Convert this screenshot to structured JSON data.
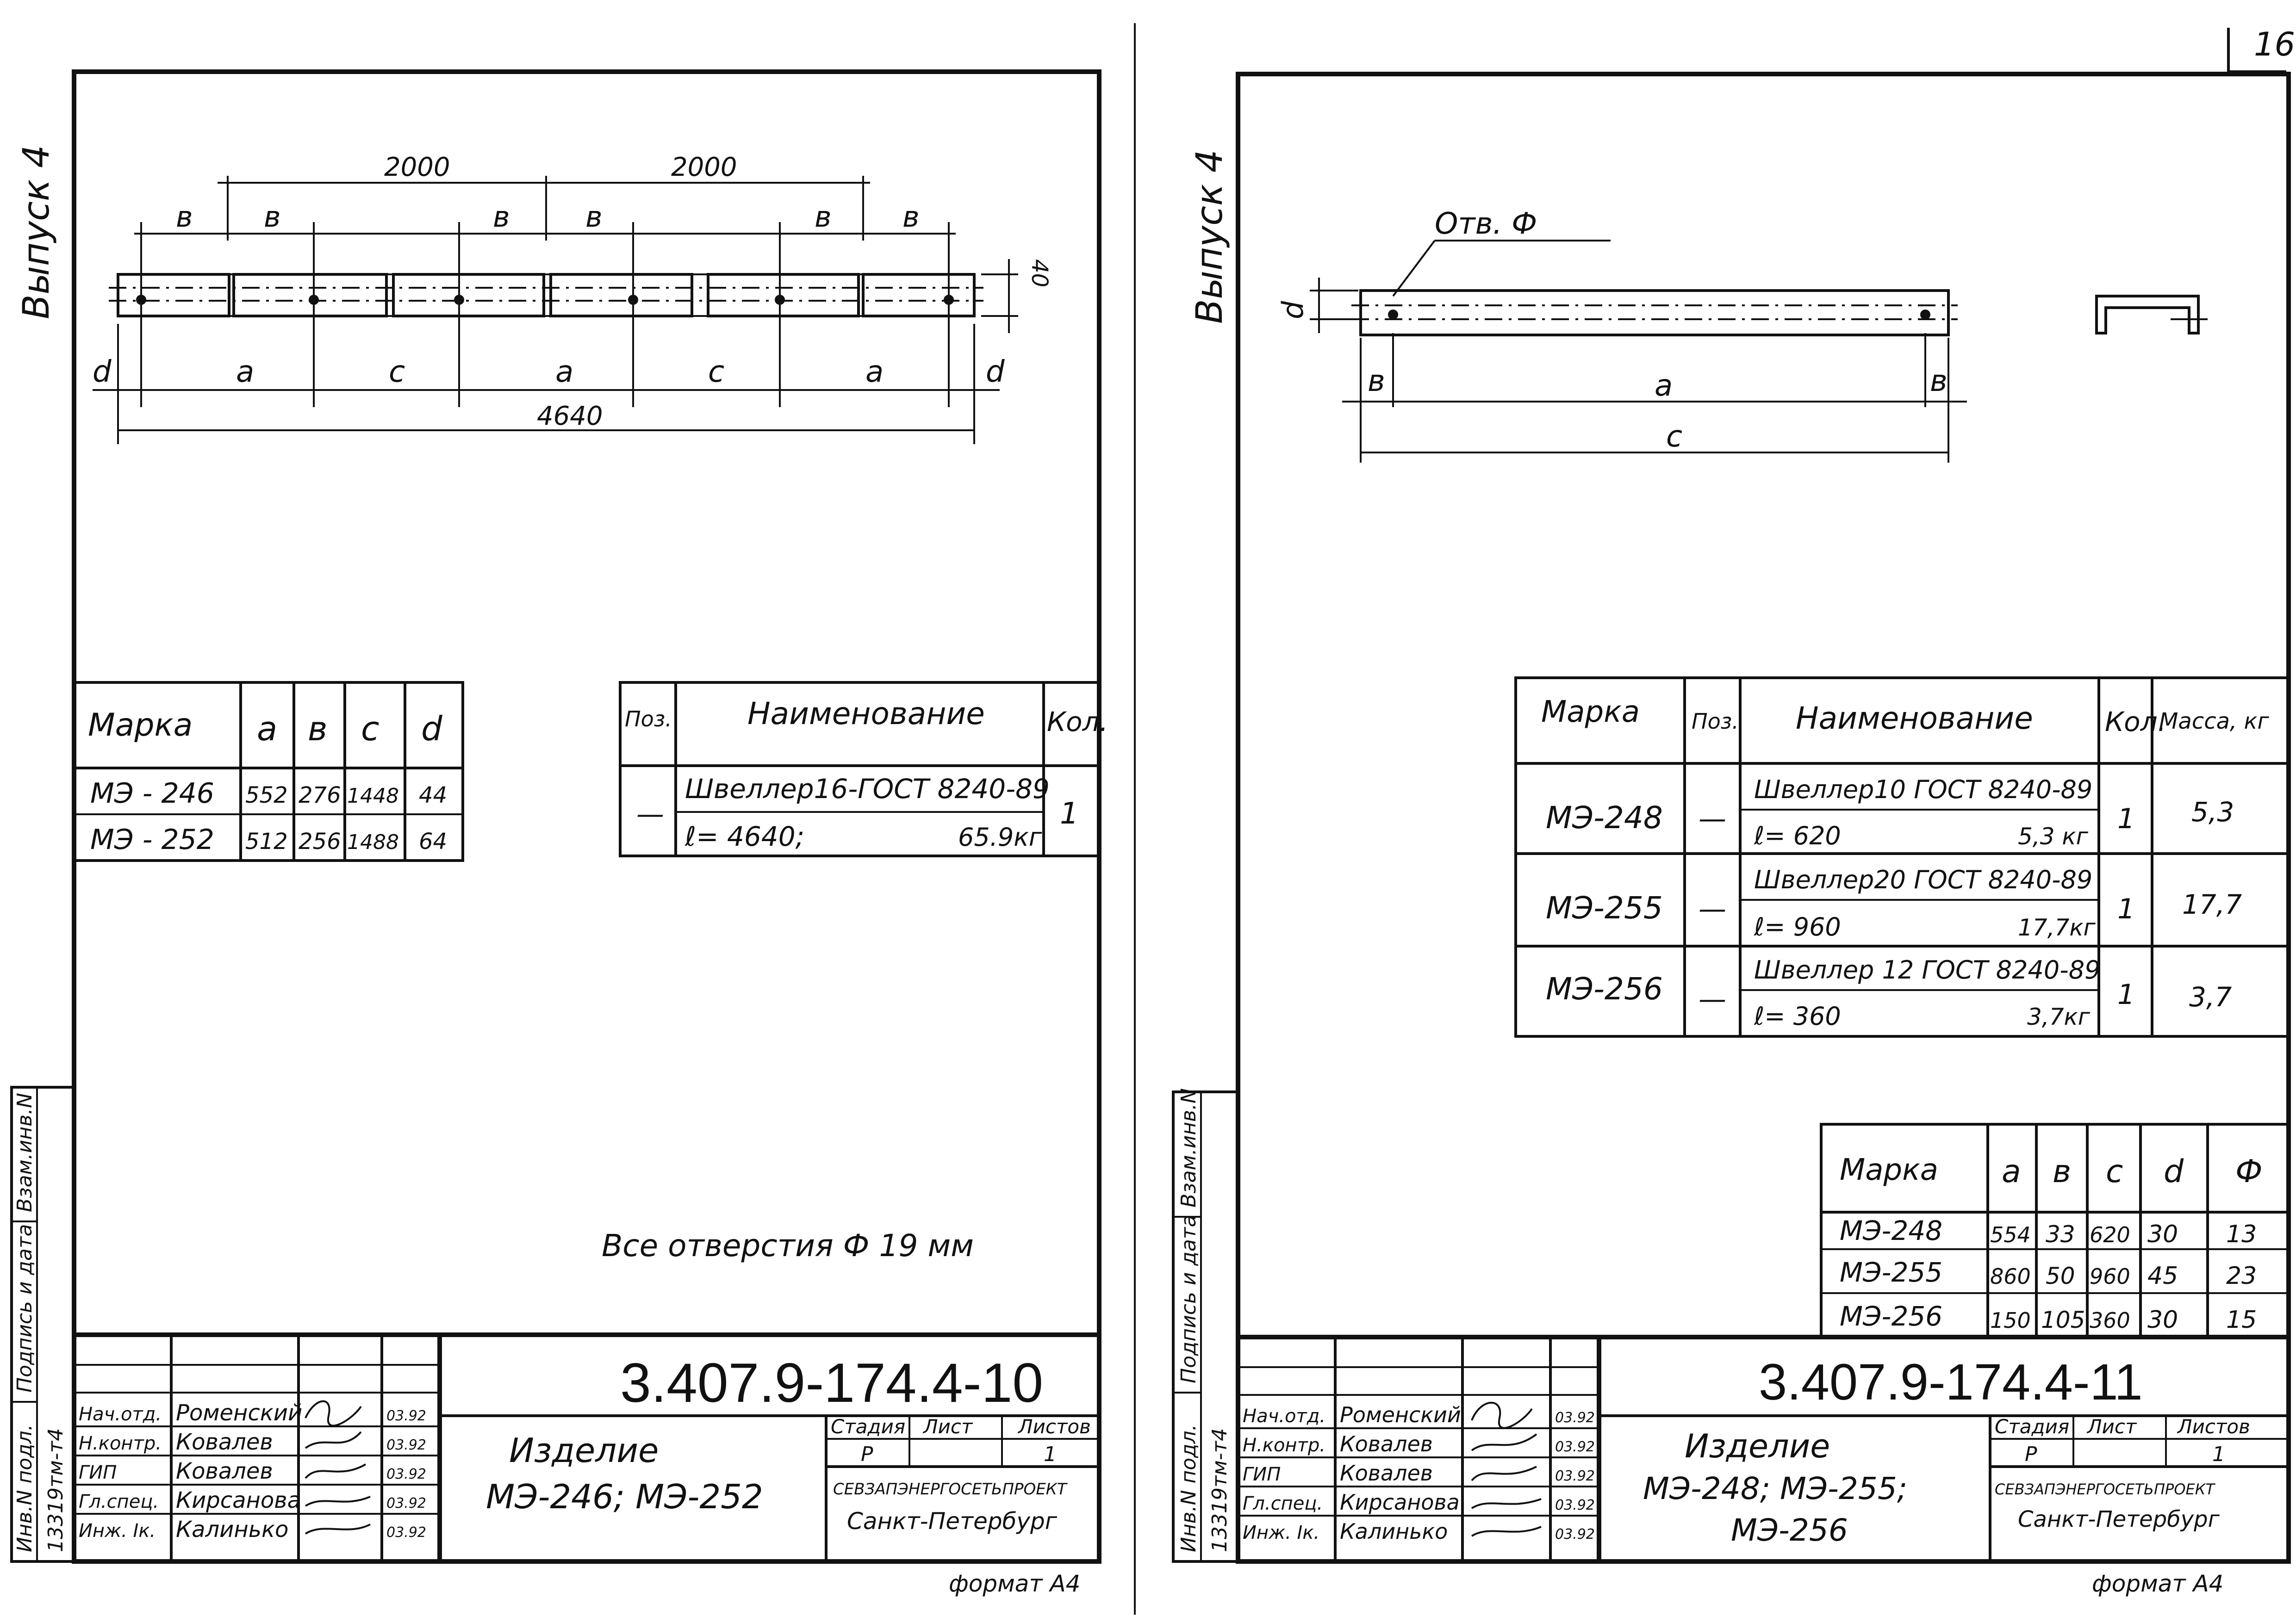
{
  "page_number": "16",
  "format_label": "формат А4",
  "left_sheet": {
    "vertical_title": "Выпуск 4",
    "dims": {
      "spacing": "2000",
      "b": "в",
      "a": "а",
      "c": "с",
      "d": "d",
      "total": "4640",
      "height": "40"
    },
    "dim_table": {
      "headers": [
        "Марка",
        "а",
        "в",
        "с",
        "d"
      ],
      "rows": [
        [
          "МЭ - 246",
          "552",
          "276",
          "1448",
          "44"
        ],
        [
          "МЭ - 252",
          "512",
          "256",
          "1488",
          "64"
        ]
      ]
    },
    "spec_table": {
      "headers": [
        "Поз.",
        "Наименование",
        "Кол."
      ],
      "pos": "—",
      "name_line1": "Швеллер16-ГОСТ 8240-89",
      "name_line2": "ℓ= 4640;",
      "mass": "65.9кг",
      "qty": "1"
    },
    "note": "Все отверстия  Ф 19 мм",
    "stamp": {
      "code": "3.407.9-174.4-10",
      "side_cells": [
        "Инв.N подл.",
        "Подпись и дата",
        "Взам.инв.N"
      ],
      "inv_number": "13319тм-т4",
      "signers": [
        {
          "role": "Нач.отд.",
          "name": "Роменский",
          "date": "03.92"
        },
        {
          "role": "Н.контр.",
          "name": "Ковалев",
          "date": "03.92"
        },
        {
          "role": "ГИП",
          "name": "Ковалев",
          "date": "03.92"
        },
        {
          "role": "Гл.спец.",
          "name": "Кирсанова",
          "date": "03.92"
        },
        {
          "role": "Инж. Iк.",
          "name": "Калинько",
          "date": "03.92"
        }
      ],
      "title_line1": "Изделие",
      "title_line2": "МЭ-246;  МЭ-252",
      "stage_header": "Стадия",
      "sheet_header": "Лист",
      "sheets_header": "Листов",
      "stage": "Р",
      "sheets": "1",
      "org": "СЕВЗАПЭНЕРГОСЕТЬПРОЕКТ",
      "city": "Санкт-Петербург"
    }
  },
  "right_sheet": {
    "vertical_title": "Выпуск 4",
    "hole_label": "Отв. Ф",
    "dims": {
      "b": "в",
      "a": "а",
      "c": "с",
      "d": "d"
    },
    "spec_table": {
      "headers": [
        "Марка",
        "Поз.",
        "Наименование",
        "Кол.",
        "Масса, кг"
      ],
      "rows": [
        {
          "mark": "МЭ-248",
          "pos": "—",
          "name": "Швеллер10 ГОСТ 8240-89",
          "len": "ℓ= 620",
          "item_mass": "5,3 кг",
          "qty": "1",
          "mass": "5,3"
        },
        {
          "mark": "МЭ-255",
          "pos": "—",
          "name": "Швеллер20 ГОСТ 8240-89",
          "len": "ℓ= 960",
          "item_mass": "17,7кг",
          "qty": "1",
          "mass": "17,7"
        },
        {
          "mark": "МЭ-256",
          "pos": "—",
          "name": "Швеллер 12 ГОСТ 8240-89",
          "len": "ℓ= 360",
          "item_mass": "3,7кг",
          "qty": "1",
          "mass": "3,7"
        }
      ]
    },
    "dim_table": {
      "headers": [
        "Марка",
        "а",
        "в",
        "с",
        "d",
        "Ф"
      ],
      "rows": [
        [
          "МЭ-248",
          "554",
          "33",
          "620",
          "30",
          "13"
        ],
        [
          "МЭ-255",
          "860",
          "50",
          "960",
          "45",
          "23"
        ],
        [
          "МЭ-256",
          "150",
          "105",
          "360",
          "30",
          "15"
        ]
      ]
    },
    "stamp": {
      "code": "3.407.9-174.4-11",
      "side_cells": [
        "Инв.N подл.",
        "Подпись и дата",
        "Взам.инв.N"
      ],
      "inv_number": "13319тм-т4",
      "signers": [
        {
          "role": "Нач.отд.",
          "name": "Роменский",
          "date": "03.92"
        },
        {
          "role": "Н.контр.",
          "name": "Ковалев",
          "date": "03.92"
        },
        {
          "role": "ГИП",
          "name": "Ковалев",
          "date": "03.92"
        },
        {
          "role": "Гл.спец.",
          "name": "Кирсанова",
          "date": "03.92"
        },
        {
          "role": "Инж. Iк.",
          "name": "Калинько",
          "date": "03.92"
        }
      ],
      "title_line1": "Изделие",
      "title_line2": "МЭ-248;  МЭ-255;",
      "title_line3": "МЭ-256",
      "stage_header": "Стадия",
      "sheet_header": "Лист",
      "sheets_header": "Листов",
      "stage": "Р",
      "sheets": "1",
      "org": "СЕВЗАПЭНЕРГОСЕТЬПРОЕКТ",
      "city": "Санкт-Петербург"
    }
  }
}
